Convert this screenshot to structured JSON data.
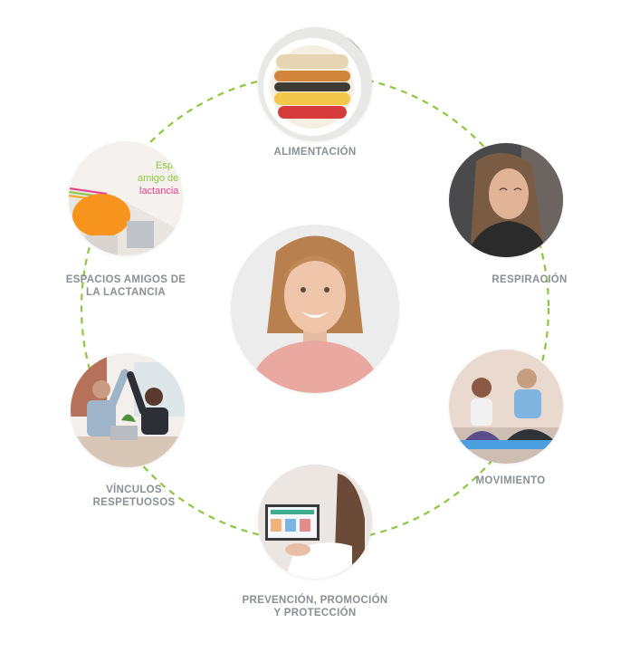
{
  "diagram": {
    "center": {
      "name": "smiling-woman-portrait"
    },
    "nodes": [
      {
        "id": "alimentacion",
        "label": "ALIMENTACIÓN",
        "image": "food-bowl-image"
      },
      {
        "id": "respiracion",
        "label": "RESPIRACIÓN",
        "image": "breathing-woman-image"
      },
      {
        "id": "movimiento",
        "label": "MOVIMIENTO",
        "image": "yoga-couple-image"
      },
      {
        "id": "prevencion",
        "label": "PREVENCIÓN, PROMOCIÓN\nY PROTECCIÓN",
        "image": "laptop-meeting-image"
      },
      {
        "id": "vinculos",
        "label": "VÍNCULOS\nRESPETUOSOS",
        "image": "high-five-office-image"
      },
      {
        "id": "espacios",
        "label": "ESPACIOS AMIGOS DE\nLA LACTANCIA",
        "image": "lactation-room-image"
      }
    ],
    "lactation_room_sign": [
      "Espacio",
      "amigo de la",
      "lactancia"
    ],
    "colors": {
      "dashed_ring": "#8dc63f",
      "label_text": "#8a8f95"
    }
  }
}
